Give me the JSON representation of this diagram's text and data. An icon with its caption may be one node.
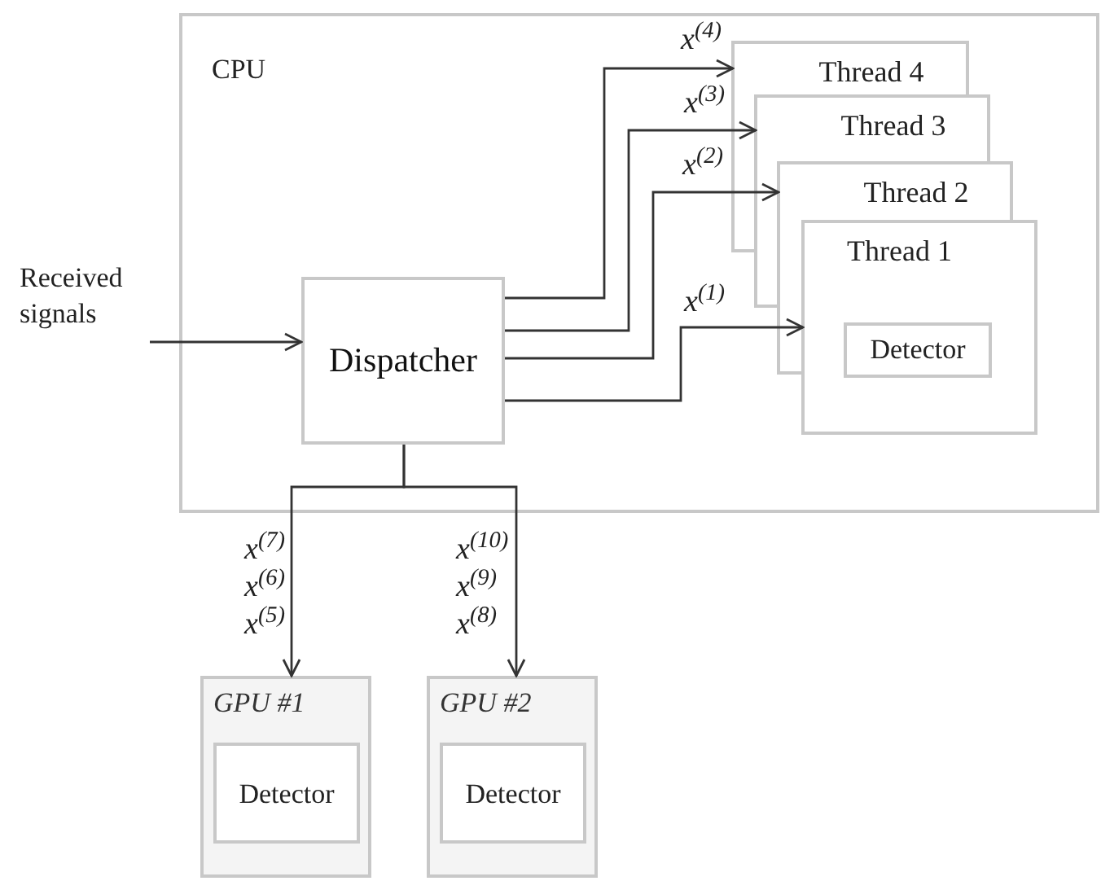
{
  "diagram": {
    "nodes": [
      {
        "text": [
          "Received signals"
        ]
      },
      {
        "text": [
          "CPU"
        ]
      },
      {
        "text": [
          "Dispatcher"
        ],
        "in": 1
      },
      {
        "text": [
          "Thread 4"
        ],
        "in": 1
      },
      {
        "text": [
          "Thread 3"
        ],
        "in": 1
      },
      {
        "text": [
          "Thread 2"
        ],
        "in": 1
      },
      {
        "text": [
          "Thread 1"
        ],
        "in": 1
      },
      {
        "text": [
          "Detector"
        ],
        "in": 6
      },
      {
        "text": [
          "GPU #1"
        ]
      },
      {
        "text": [
          "Detector"
        ],
        "in": 8
      },
      {
        "text": [
          "GPU #2"
        ]
      },
      {
        "text": [
          "Detector"
        ],
        "in": 10
      }
    ],
    "edges": [
      {
        "from": 0,
        "to": 2,
        "arrow": "to"
      },
      {
        "from": 2,
        "to": 3,
        "arrow": "to",
        "label": "x$^{(4)}$"
      },
      {
        "from": 2,
        "to": 4,
        "arrow": "to",
        "label": "x$^{(3)}$"
      },
      {
        "from": 2,
        "to": 5,
        "arrow": "to",
        "label": "x$^{(2)}$"
      },
      {
        "from": 2,
        "to": 6,
        "arrow": "to",
        "label": "x$^{(1)}$"
      },
      {
        "from": 2,
        "to": 8,
        "arrow": "to",
        "label": "x$^{(7)}$ x$^{(6)}$ x$^{(5)}$"
      },
      {
        "from": 2,
        "to": 10,
        "arrow": "to",
        "label": "x$^{(10)}$ x$^{(9)}$ x$^{(8)}$"
      }
    ]
  }
}
